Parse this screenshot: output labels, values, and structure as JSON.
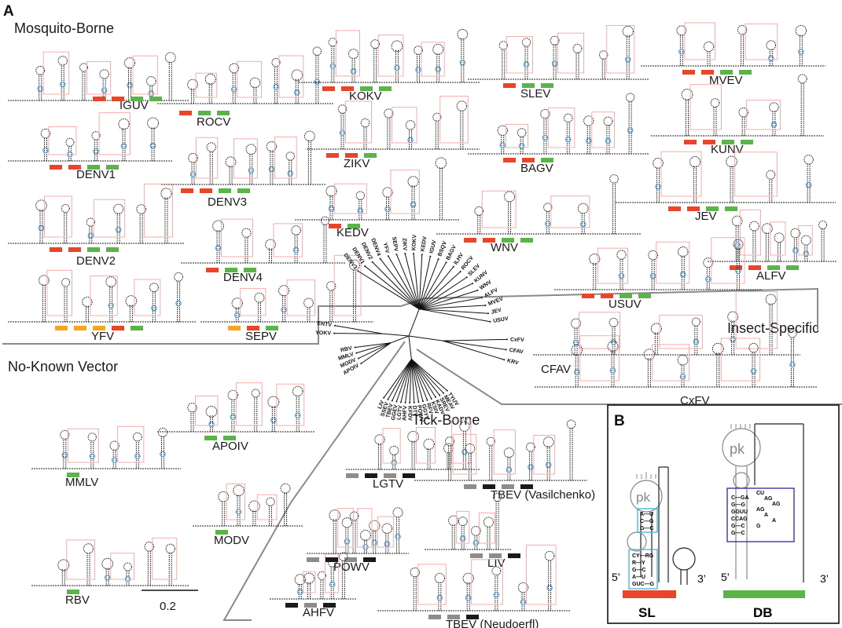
{
  "panels": {
    "a": "A",
    "b": "B"
  },
  "groups": {
    "mosquito": "Mosquito-Borne",
    "insect": "Insect-Specific",
    "noknown": "No-Known Vector",
    "tick": "Tick-Borne"
  },
  "scale_bar": "0.2",
  "structures": [
    {
      "label": "IGUV",
      "marks": [
        "red",
        "red",
        "green",
        "green"
      ]
    },
    {
      "label": "ROCV",
      "marks": [
        "red",
        "green",
        "green"
      ]
    },
    {
      "label": "DENV1",
      "marks": [
        "red",
        "red",
        "green",
        "green"
      ]
    },
    {
      "label": "DENV3",
      "marks": [
        "red",
        "red",
        "green",
        "green"
      ]
    },
    {
      "label": "DENV2",
      "marks": [
        "red",
        "red",
        "green",
        "green"
      ]
    },
    {
      "label": "DENV4",
      "marks": [
        "red",
        "green",
        "green"
      ]
    },
    {
      "label": "YFV",
      "marks": [
        "orange",
        "orange",
        "orange",
        "red",
        "green"
      ]
    },
    {
      "label": "SEPV",
      "marks": [
        "orange",
        "red",
        "green"
      ]
    },
    {
      "label": "KOKV",
      "marks": [
        "red",
        "red",
        "green",
        "green"
      ]
    },
    {
      "label": "ZIKV",
      "marks": [
        "red",
        "red",
        "green"
      ]
    },
    {
      "label": "KEDV",
      "marks": [
        "red",
        "green"
      ]
    },
    {
      "label": "SLEV",
      "marks": [
        "red",
        "green",
        "green"
      ]
    },
    {
      "label": "BAGV",
      "marks": [
        "red",
        "red",
        "green"
      ]
    },
    {
      "label": "WNV",
      "marks": [
        "red",
        "red",
        "green",
        "green"
      ]
    },
    {
      "label": "MVEV",
      "marks": [
        "red",
        "red",
        "green",
        "green"
      ]
    },
    {
      "label": "KUNV",
      "marks": [
        "red",
        "red",
        "green",
        "green"
      ]
    },
    {
      "label": "JEV",
      "marks": [
        "red",
        "red",
        "green",
        "green"
      ]
    },
    {
      "label": "ALFV",
      "marks": [
        "red",
        "red",
        "green",
        "green"
      ]
    },
    {
      "label": "USUV",
      "marks": [
        "red",
        "red",
        "green",
        "green"
      ]
    },
    {
      "label": "CFAV",
      "marks": []
    },
    {
      "label": "CxFV",
      "marks": []
    },
    {
      "label": "APOIV",
      "marks": [
        "green",
        "green"
      ]
    },
    {
      "label": "MMLV",
      "marks": [
        "green"
      ]
    },
    {
      "label": "MODV",
      "marks": [
        "green"
      ]
    },
    {
      "label": "RBV",
      "marks": [
        "green"
      ]
    },
    {
      "label": "LGTV",
      "marks": [
        "gray",
        "black",
        "gray",
        "black"
      ]
    },
    {
      "label": "TBEV (Vasilchenko)",
      "marks": [
        "gray",
        "black",
        "gray",
        "black"
      ]
    },
    {
      "label": "POWV",
      "marks": [
        "gray",
        "black",
        "gray",
        "black"
      ]
    },
    {
      "label": "LIV",
      "marks": [
        "gray",
        "gray",
        "black"
      ]
    },
    {
      "label": "AHFV",
      "marks": [
        "black",
        "gray",
        "black"
      ]
    },
    {
      "label": "TBEV (Neudoerfl)",
      "marks": [
        "gray",
        "gray",
        "black"
      ]
    }
  ],
  "tree_leaves": [
    "DENV3",
    "DENV1",
    "DENV2",
    "DENV4",
    "YFV",
    "SEPV",
    "ZIKV",
    "KOKV",
    "KEDV",
    "IGUV",
    "BSQV",
    "BAGV",
    "ILHV",
    "ROCV",
    "SLEV",
    "KUNV",
    "WNV",
    "ALFV",
    "MVEV",
    "JEV",
    "USUV",
    "YOKV",
    "ENTV",
    "CxFV",
    "CFAV",
    "KRV",
    "APOIV",
    "MODV",
    "MMLV",
    "RBV",
    "TYUV",
    "MEAV",
    "SREV",
    "KADV",
    "KSIV",
    "RFV",
    "GGYV",
    "POWV",
    "DTV",
    "KFDV",
    "AHFV",
    "LGTV",
    "GGEV",
    "TBEV",
    "SSEV",
    "LIV"
  ],
  "schematic": {
    "pk": "pk",
    "five_prime": "5’",
    "three_prime": "3’",
    "sl_label": "SL",
    "db_label": "DB",
    "sl_top_pairs": [
      "A—U",
      "C—G",
      "G—C"
    ],
    "sl_bottom_pairs": [
      "CY—RG",
      "R—Y",
      "G—C",
      "A—U",
      "GUC—G"
    ],
    "db_seq": [
      "C—GA",
      "G—G",
      "GGUU",
      "CCAG",
      "G—C",
      "G—C"
    ],
    "db_loop": [
      "CU",
      "AG",
      "AG",
      "AG",
      "A",
      "A",
      "G"
    ]
  },
  "colors": {
    "red": "#e8452a",
    "green": "#5bb44a",
    "orange": "#f4a623",
    "gray": "#8c8c8c",
    "black": "#1a1a1a",
    "pseudoknot": "#f4a3a3",
    "paired": "#3a8fc9",
    "sl_box": "#3fb0d9",
    "db_box": "#2a2a9a",
    "separator": "#8a8a8a"
  }
}
